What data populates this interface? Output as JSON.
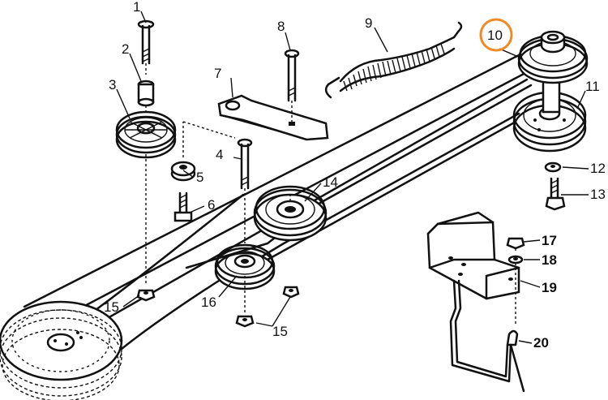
{
  "diagram": {
    "callouts": [
      "1",
      "2",
      "3",
      "4",
      "5",
      "6",
      "7",
      "8",
      "9",
      "10",
      "11",
      "12",
      "13",
      "14",
      "15",
      "16",
      "15",
      "17",
      "18",
      "19",
      "20"
    ],
    "highlight_color": "#F08A24",
    "line_color": "#111111"
  }
}
